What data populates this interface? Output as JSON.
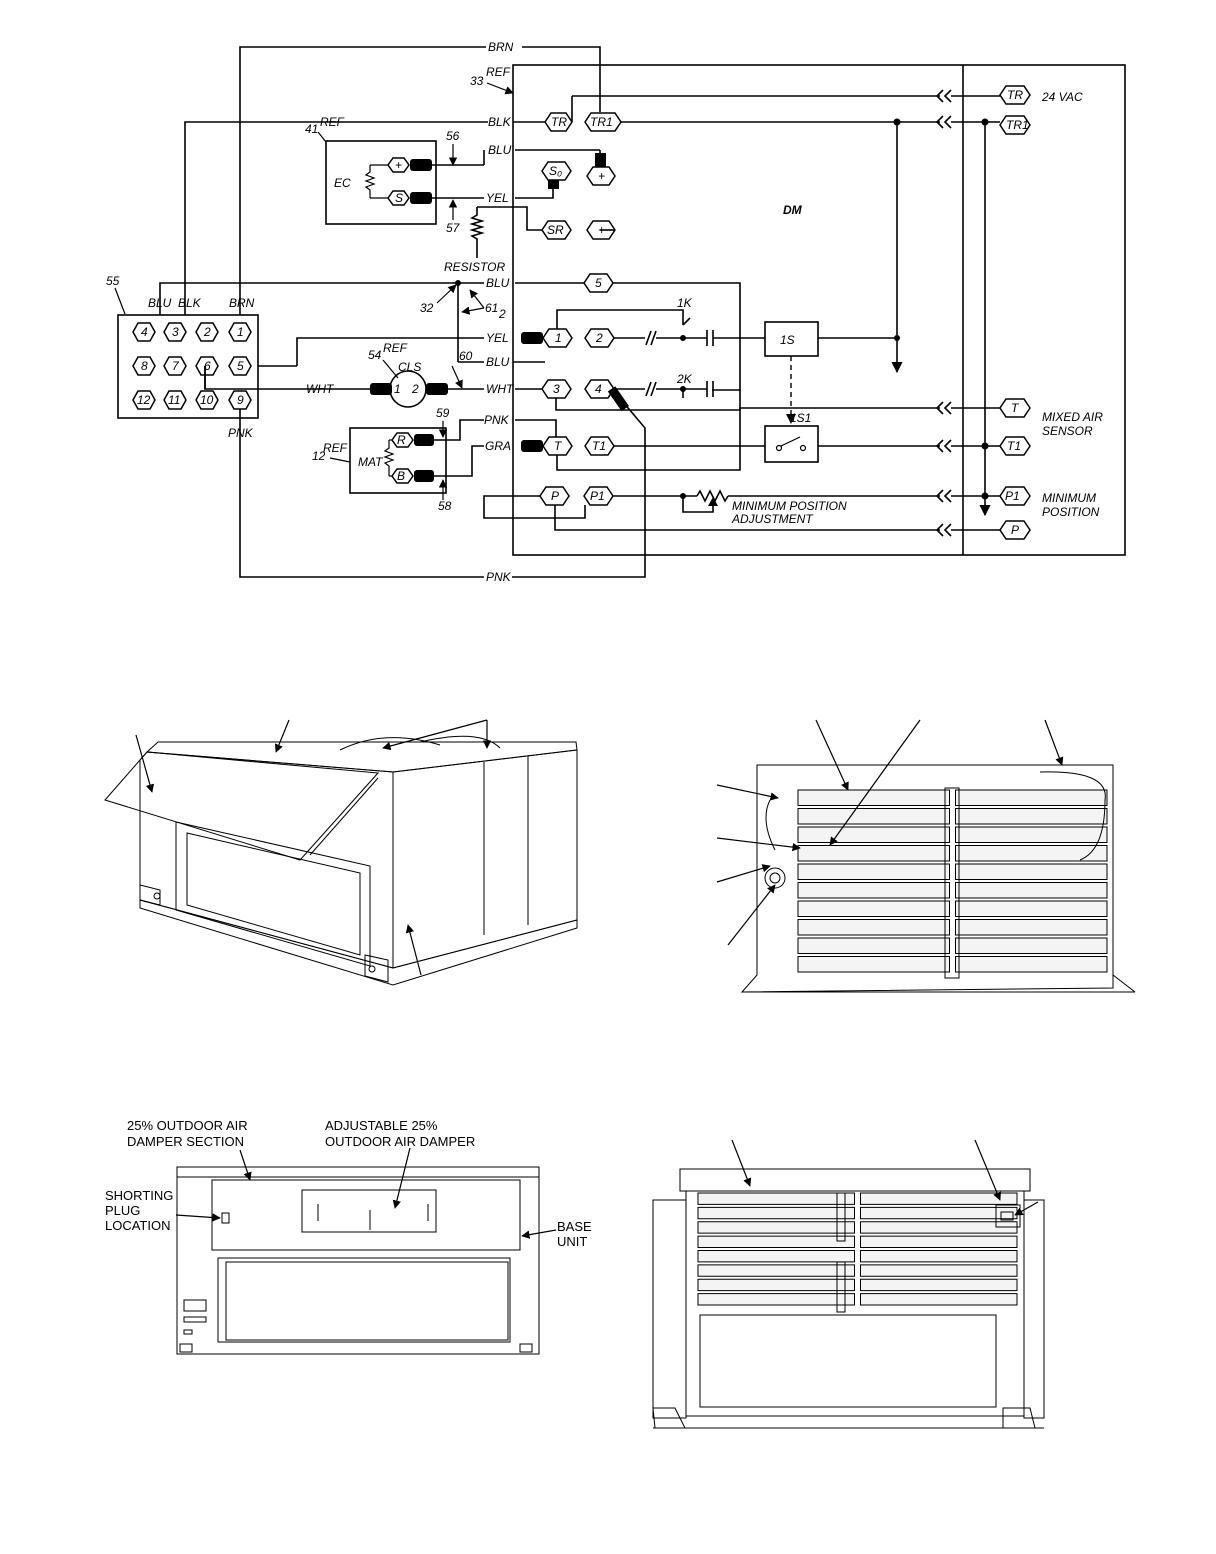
{
  "wiring": {
    "wire_brn": "BRN",
    "ref33": "33",
    "ref_word": "REF",
    "wire_blk": "BLK",
    "term_tr": "TR",
    "term_tr1": "TR1",
    "vac": "24 VAC",
    "ref41": "41",
    "ec": "EC",
    "t_plus": "+",
    "t_s": "S",
    "n56": "56",
    "wire_blu": "BLU",
    "wire_yel": "YEL",
    "n57": "57",
    "t_so": "S₀",
    "t_sr": "SR",
    "dm": "DM",
    "resistor": "RESISTOR",
    "n55": "55",
    "n32": "32",
    "n61": "61",
    "n61sub": "2",
    "k1": "1K",
    "k2": "2K",
    "s15": "1S",
    "s151": "1S1",
    "ref54": "54",
    "cls": "CLS",
    "n60": "60",
    "wire_wht": "WHT",
    "n59": "59",
    "wire_pnk": "PNK",
    "wire_gra": "GRA",
    "ref12": "12",
    "mat": "MAT",
    "t_r": "R",
    "t_b": "B",
    "n58": "58",
    "t_t": "T",
    "t_t1": "T1",
    "t_p": "P",
    "t_p1": "P1",
    "mixed_air": "MIXED AIR",
    "sensor": "SENSOR",
    "min_pos_adj1": "MINIMUM POSITION",
    "min_pos_adj2": "ADJUSTMENT",
    "minimum": "MINIMUM",
    "position": "POSITION",
    "plug_terms": [
      "4",
      "3",
      "2",
      "1",
      "8",
      "7",
      "6",
      "5",
      "12",
      "11",
      "10",
      "9"
    ],
    "dm_terms": [
      "5",
      "1",
      "2",
      "3",
      "4"
    ]
  },
  "figure3": {
    "section_label_1": "25% OUTDOOR AIR",
    "section_label_2": "DAMPER SECTION",
    "damper_label_1": "ADJUSTABLE 25%",
    "damper_label_2": "OUTDOOR AIR DAMPER",
    "plug_label_1": "SHORTING",
    "plug_label_2": "PLUG",
    "plug_label_3": "LOCATION",
    "base_label_1": "BASE",
    "base_label_2": "UNIT"
  }
}
